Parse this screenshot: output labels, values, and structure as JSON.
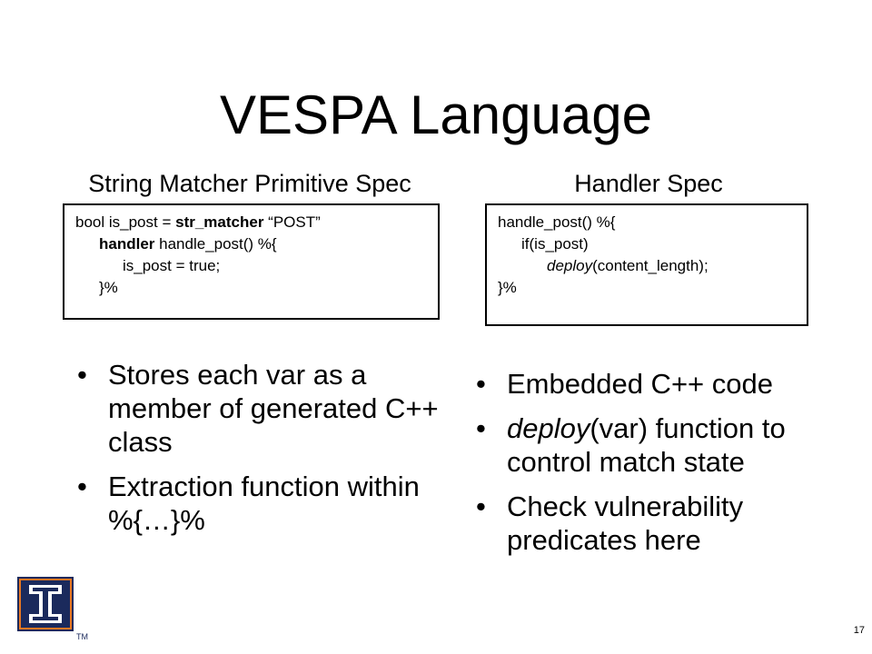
{
  "slide": {
    "title": "VESPA Language",
    "page_number": "17"
  },
  "left": {
    "heading": "String Matcher Primitive Spec",
    "code": {
      "l1_a": "bool is_post = ",
      "l1_b": "str_matcher",
      "l1_c": " “POST”",
      "l2_a": "handler",
      "l2_b": " handle_post() %{",
      "l3": "is_post = true;",
      "l4": "}%"
    },
    "bullets": [
      "Stores each var as a member of generated C++ class",
      "Extraction function within %{…}%"
    ]
  },
  "right": {
    "heading": "Handler Spec",
    "code": {
      "l1": "handle_post() %{",
      "l2": "if(is_post)",
      "l3_a": "deploy",
      "l3_b": "(content_length);",
      "l4": "}%"
    },
    "bullets": {
      "b1": "Embedded C++ code",
      "b2_a": "deploy",
      "b2_b": "(var) function to control match state",
      "b3": "Check vulnerability predicates here"
    }
  },
  "bullet_symbol": "•",
  "logo": {
    "icon": "university-of-illinois-block-i-icon",
    "tm": "TM",
    "colors": {
      "navy": "#1b2a5c",
      "orange": "#e87722"
    }
  }
}
